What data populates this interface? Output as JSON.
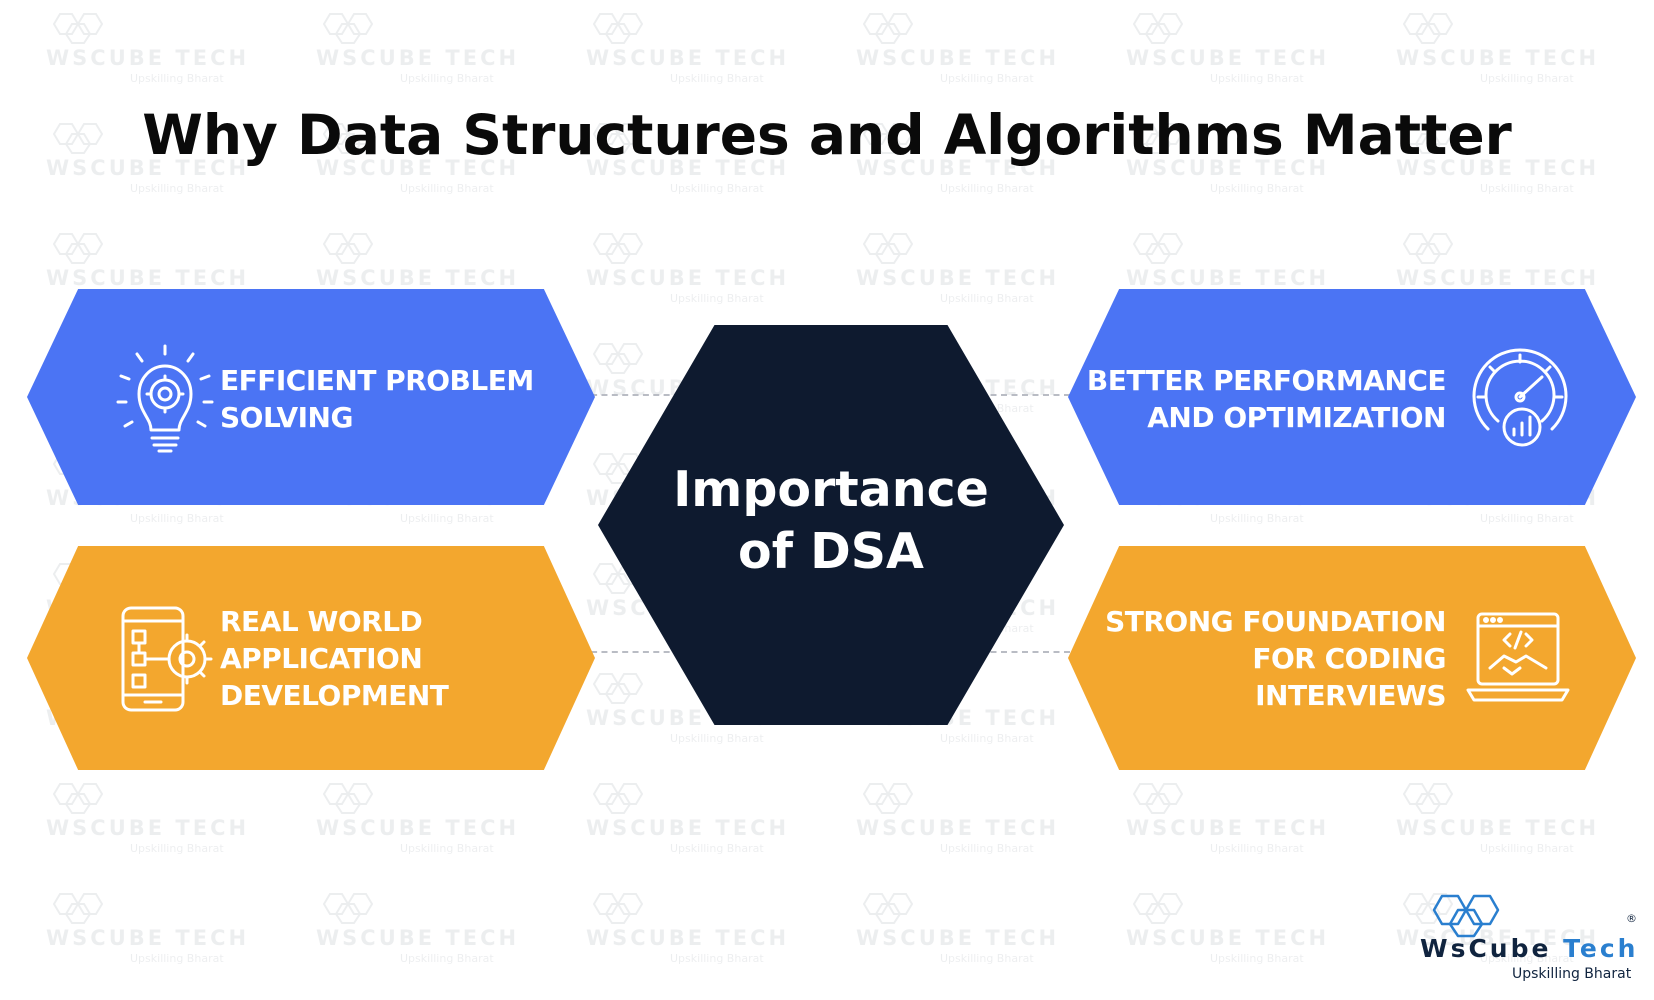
{
  "title": "Why Data Structures and Algorithms Matter",
  "center": {
    "label": "Importance\nof DSA"
  },
  "cards": [
    {
      "label": "EFFICIENT PROBLEM\nSOLVING",
      "icon": "lightbulb-gear-icon"
    },
    {
      "label": "REAL WORLD\nAPPLICATION\nDEVELOPMENT",
      "icon": "mobile-gear-icon"
    },
    {
      "label": "BETTER PERFORMANCE\nAND OPTIMIZATION",
      "icon": "speedometer-icon"
    },
    {
      "label": "STRONG FOUNDATION\nFOR CODING\nINTERVIEWS",
      "icon": "laptop-handshake-icon"
    }
  ],
  "logo": {
    "name_part1": "WsCube",
    "name_part2": "Tech",
    "registered": "®",
    "tagline": "Upskilling Bharat"
  },
  "colors": {
    "blue": "#4b74f4",
    "orange": "#f3a72e",
    "center": "#0e1a2f",
    "logo_accent": "#2a7fcf"
  }
}
